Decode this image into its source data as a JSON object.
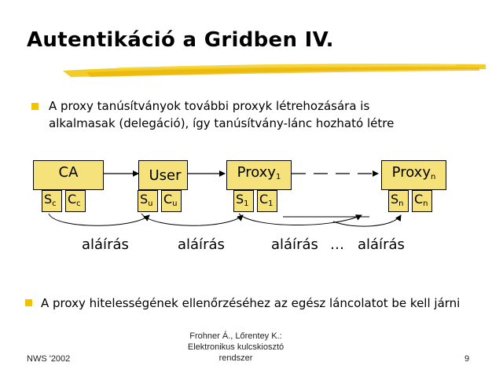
{
  "slide": {
    "title": "Autentikáció a Gridben IV.",
    "bullets": [
      "A proxy tanúsítványok további proxyk létrehozására is",
      "alkalmasak (delegáció), így tanúsítvány-lánc hozható létre",
      "A proxy hitelességének ellenőrzéséhez az egész láncolatot be kell járni"
    ],
    "accent_color": "#f2c300",
    "box_color": "#f5e27a"
  },
  "diagram": {
    "boxes": [
      {
        "label": "CA",
        "label_sub": "",
        "cell1": "S",
        "cell1_sub": "c",
        "cell2": "C",
        "cell2_sub": "c"
      },
      {
        "label": "User",
        "label_sub": "",
        "cell1": "S",
        "cell1_sub": "u",
        "cell2": "C",
        "cell2_sub": "u"
      },
      {
        "label": "Proxy",
        "label_sub": "1",
        "cell1": "S",
        "cell1_sub": "1",
        "cell2": "C",
        "cell2_sub": "1"
      },
      {
        "label": "Proxy",
        "label_sub": "n",
        "cell1": "S",
        "cell1_sub": "n",
        "cell2": "C",
        "cell2_sub": "n"
      }
    ],
    "signatures": [
      "aláírás",
      "aláírás",
      "aláírás",
      "…",
      "aláírás"
    ]
  },
  "footer": {
    "left": "NWS '2002",
    "center_lines": [
      "Frohner Á., Lőrentey K.:",
      "Elektronikus kulcskiosztó",
      "rendszer"
    ],
    "page_number": "9"
  }
}
